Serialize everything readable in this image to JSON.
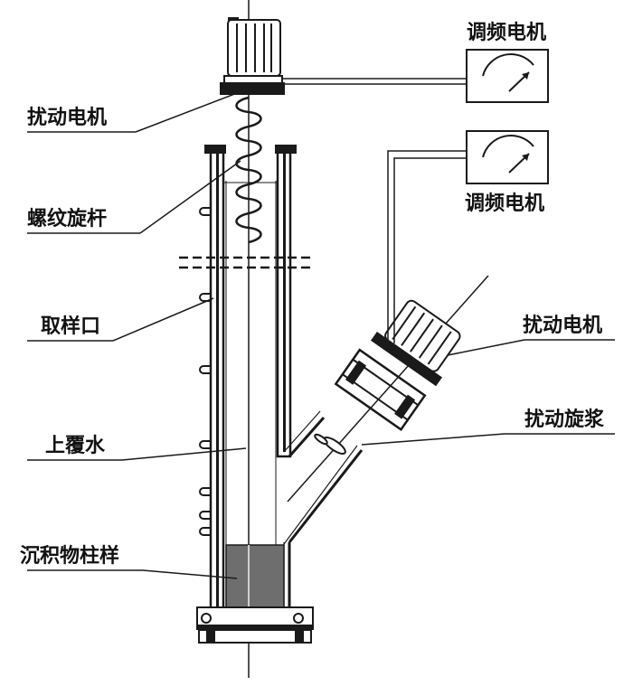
{
  "labels": {
    "motor_top": "扰动电机",
    "screw_rod": "螺纹旋杆",
    "sampling_port": "取样口",
    "overlying_water": "上覆水",
    "sediment_core": "沉积物柱样",
    "vfd_top": "调频电机",
    "vfd_bottom": "调频电机",
    "motor_side": "扰动电机",
    "paddle": "扰动旋浆"
  },
  "colors": {
    "line": "#1a1a1a",
    "sediment": "#6e6e6e",
    "base": "#222222",
    "background": "#ffffff"
  },
  "icons": {
    "meter": "gauge-meter-icon",
    "motor": "electric-motor-icon"
  }
}
